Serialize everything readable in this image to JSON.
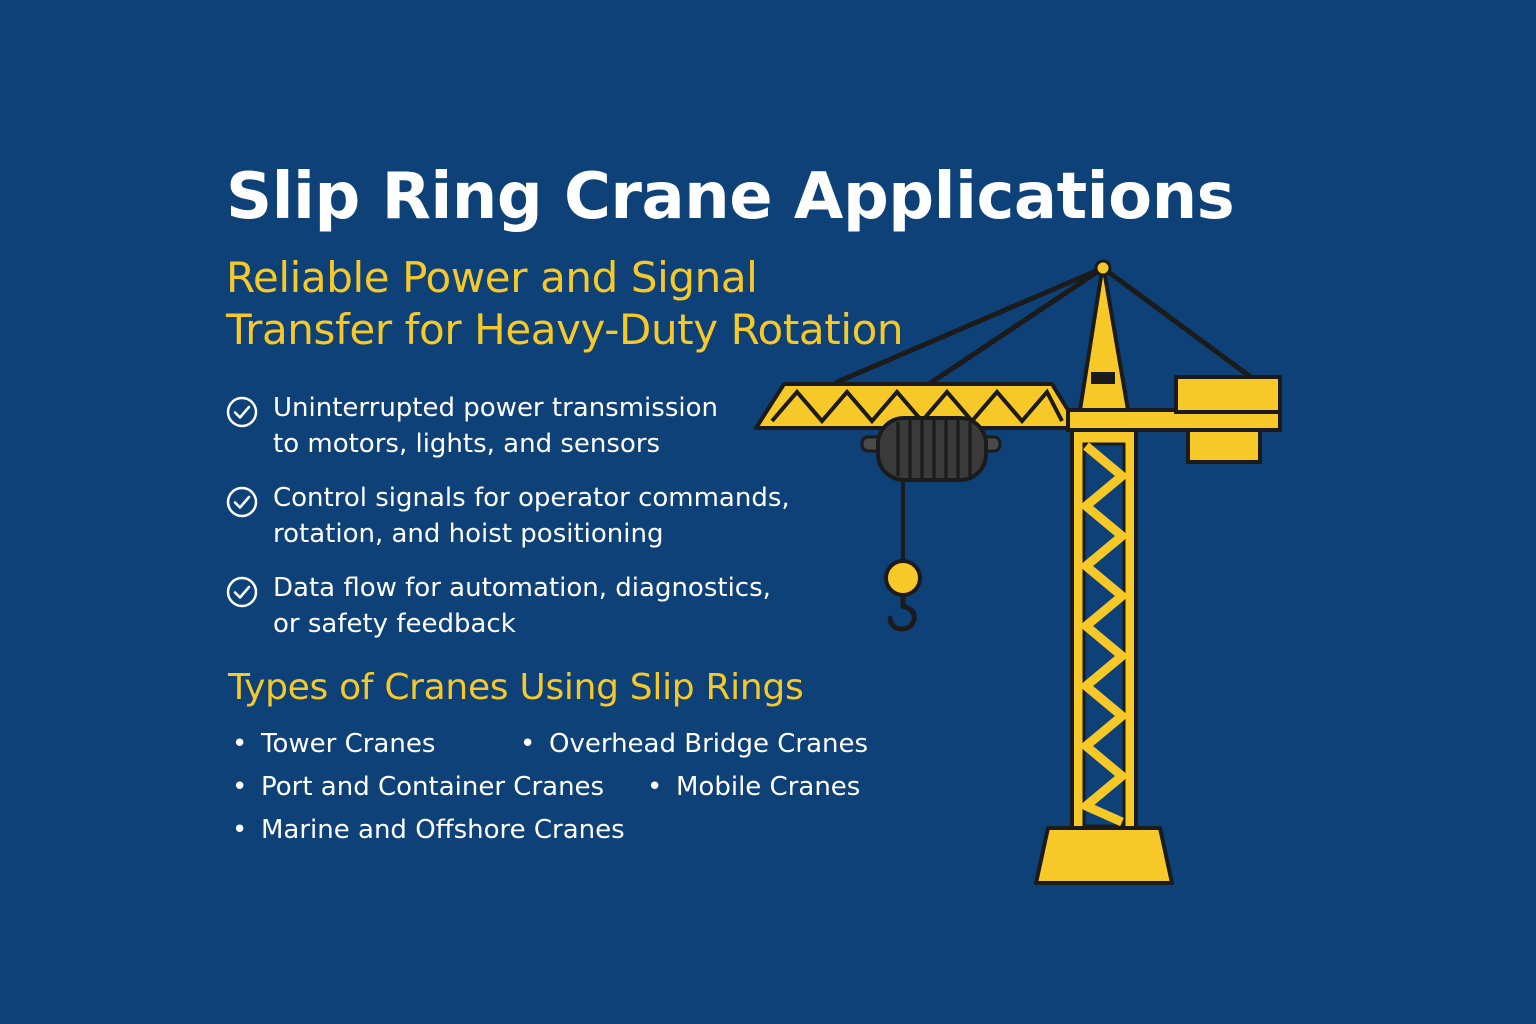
{
  "title": "Slip Ring Crane Applications",
  "subtitle": {
    "line1": "Reliable Power and Signal",
    "line2": "Transfer for Heavy-Duty Rotation"
  },
  "features": [
    {
      "icon": "check-circle-icon",
      "line1": "Uninterrupted power transmission",
      "line2": "to motors, lights, and sensors"
    },
    {
      "icon": "check-circle-icon",
      "line1": "Control signals for operator commands,",
      "line2": "rotation, and hoist positioning"
    },
    {
      "icon": "check-circle-icon",
      "line1": "Data flow for automation, diagnostics,",
      "line2": "or safety feedback"
    }
  ],
  "types_heading": "Types of Cranes Using Slip Rings",
  "bullet": "•",
  "crane_types": [
    "Tower Cranes",
    "Overhead Bridge Cranes",
    "Port and Container Cranes",
    "Mobile Cranes",
    "Marine and Offshore Cranes"
  ],
  "colors": {
    "background": "#0d4178",
    "accent": "#f7c928",
    "text": "#ffffff",
    "outline": "#1b1b1b",
    "drum": "#3a3a3a"
  },
  "illustration": "tower-crane-icon"
}
